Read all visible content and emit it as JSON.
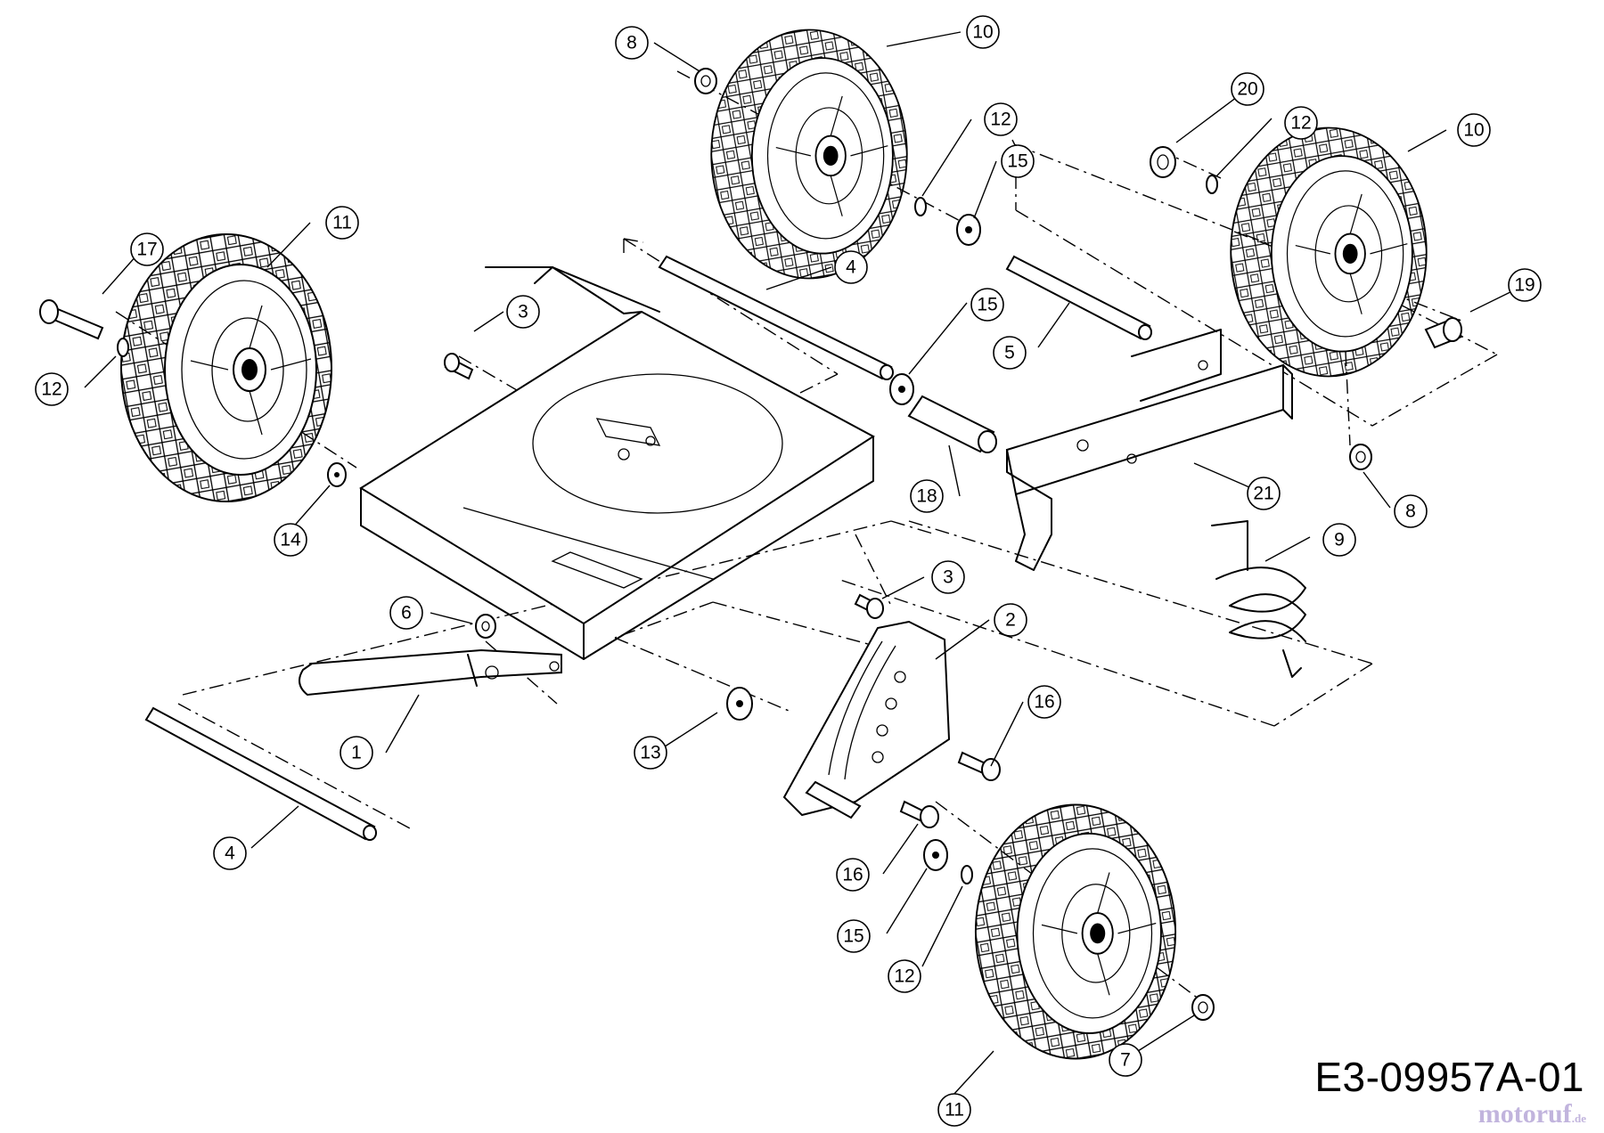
{
  "drawing_number": "E3-09957A-01",
  "watermark": {
    "name": "motoruf",
    "tld": ".de"
  },
  "callouts": [
    {
      "id": "c1",
      "label": "1"
    },
    {
      "id": "c2",
      "label": "2"
    },
    {
      "id": "c3a",
      "label": "3"
    },
    {
      "id": "c3b",
      "label": "3"
    },
    {
      "id": "c4a",
      "label": "4"
    },
    {
      "id": "c4b",
      "label": "4"
    },
    {
      "id": "c5",
      "label": "5"
    },
    {
      "id": "c6",
      "label": "6"
    },
    {
      "id": "c7",
      "label": "7"
    },
    {
      "id": "c8a",
      "label": "8"
    },
    {
      "id": "c8b",
      "label": "8"
    },
    {
      "id": "c9",
      "label": "9"
    },
    {
      "id": "c10a",
      "label": "10"
    },
    {
      "id": "c10b",
      "label": "10"
    },
    {
      "id": "c11a",
      "label": "11"
    },
    {
      "id": "c11b",
      "label": "11"
    },
    {
      "id": "c12a",
      "label": "12"
    },
    {
      "id": "c12b",
      "label": "12"
    },
    {
      "id": "c12c",
      "label": "12"
    },
    {
      "id": "c12d",
      "label": "12"
    },
    {
      "id": "c13",
      "label": "13"
    },
    {
      "id": "c14",
      "label": "14"
    },
    {
      "id": "c15a",
      "label": "15"
    },
    {
      "id": "c15b",
      "label": "15"
    },
    {
      "id": "c15c",
      "label": "15"
    },
    {
      "id": "c16a",
      "label": "16"
    },
    {
      "id": "c16b",
      "label": "16"
    },
    {
      "id": "c17",
      "label": "17"
    },
    {
      "id": "c18",
      "label": "18"
    },
    {
      "id": "c19",
      "label": "19"
    },
    {
      "id": "c20",
      "label": "20"
    },
    {
      "id": "c21",
      "label": "21"
    }
  ]
}
